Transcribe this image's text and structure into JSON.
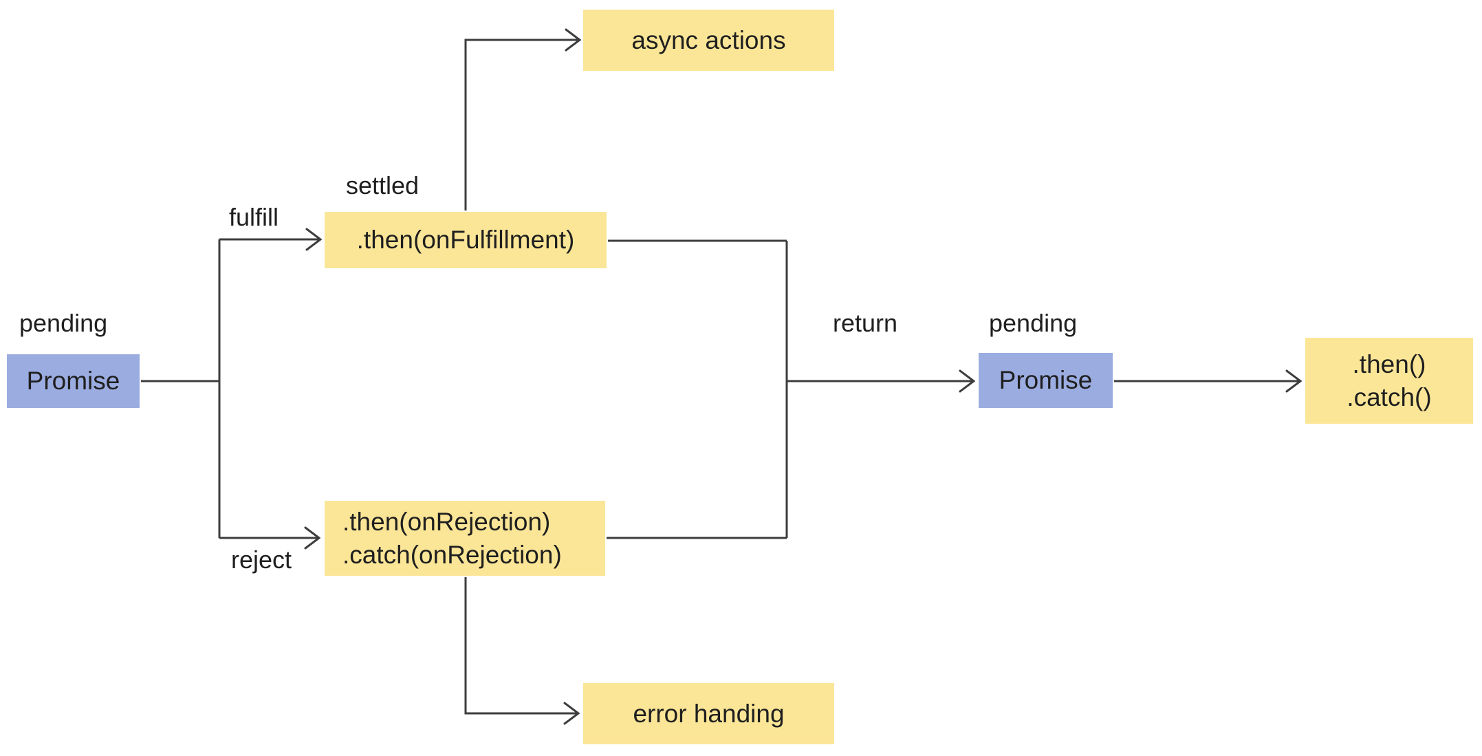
{
  "diagram": {
    "title_semantic": "JavaScript Promise flow diagram",
    "colors": {
      "promise_fill": "#9BACE1",
      "action_fill": "#FBE697",
      "line": "#3d3d3d",
      "text": "#1f1f1f"
    },
    "nodes": {
      "promise_left": {
        "label": "Promise"
      },
      "then_fulfill": {
        "label": ".then(onFulfillment)"
      },
      "rejection": {
        "lines": [
          ".then(onRejection)",
          ".catch(onRejection)"
        ]
      },
      "async_actions": {
        "label": "async actions"
      },
      "error_handing": {
        "label": "error handing"
      },
      "promise_right": {
        "label": "Promise"
      },
      "then_catch": {
        "lines": [
          ".then()",
          ".catch()"
        ]
      }
    },
    "edge_labels": {
      "pending_left": "pending",
      "fulfill": "fulfill",
      "settled": "settled",
      "reject": "reject",
      "return": "return",
      "pending_right": "pending"
    }
  }
}
